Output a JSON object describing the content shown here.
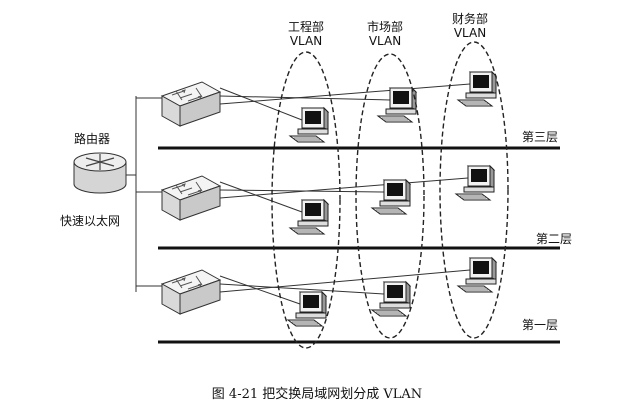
{
  "router": {
    "label": "路由器"
  },
  "ethernet": {
    "label": "快速以太网"
  },
  "vlans": [
    {
      "line1": "工程部",
      "line2": "VLAN"
    },
    {
      "line1": "市场部",
      "line2": "VLAN"
    },
    {
      "line1": "财务部",
      "line2": "VLAN"
    }
  ],
  "floors": [
    {
      "label": "第三层"
    },
    {
      "label": "第二层"
    },
    {
      "label": "第一层"
    }
  ],
  "caption": {
    "text": "图 4-21    把交换局域网划分成 VLAN"
  }
}
